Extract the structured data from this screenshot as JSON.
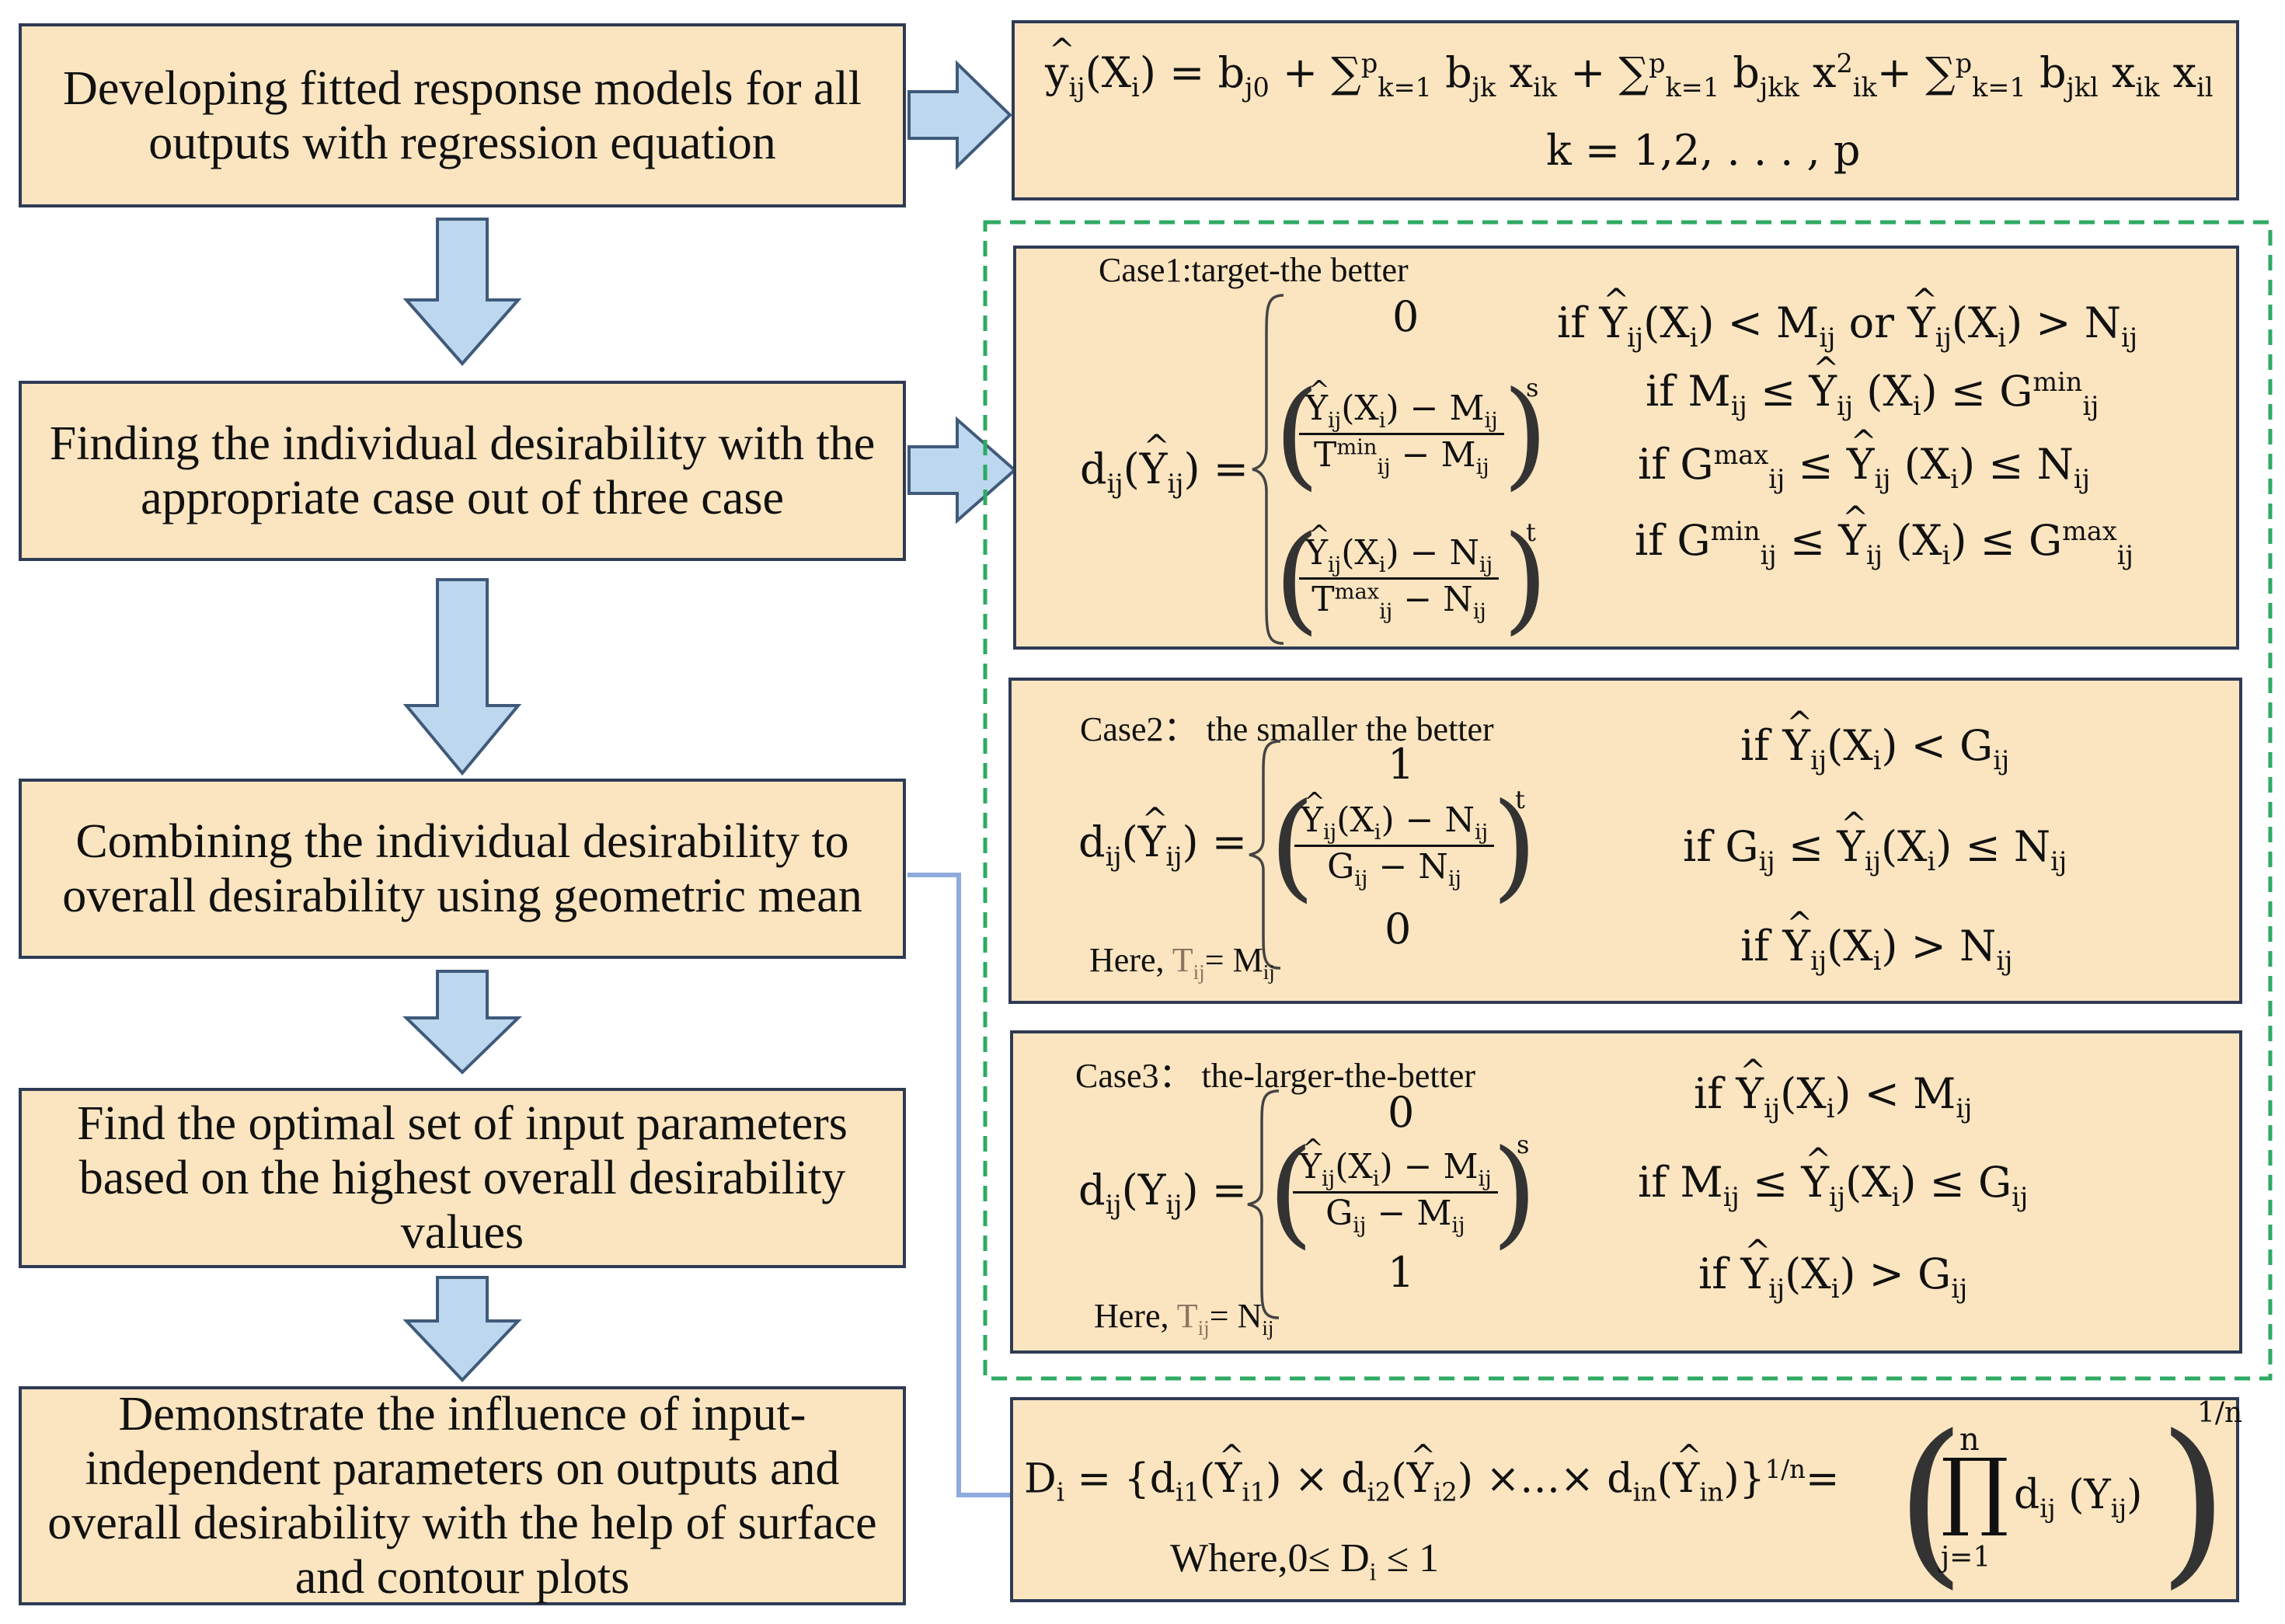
{
  "steps": [
    "Developing fitted response models for all outputs with regression equation",
    "Finding the individual desirability with the appropriate case out of three case",
    "Combining the individual desirability to overall desirability using geometric mean",
    "Find the optimal set of input parameters based on the highest overall desirability values",
    "Demonstrate the influence of input-independent parameters on outputs and overall desirability with the help of surface and contour plots"
  ],
  "regression": {
    "k_range": "k = 1,2, . . . , p"
  },
  "case1": {
    "title": "Case1:target-the better",
    "v0": "0"
  },
  "case2": {
    "title": "Case2： the smaller the better",
    "v1": "1",
    "v0": "0",
    "here_prefix": "Here, "
  },
  "case3": {
    "title": "Case3： the-larger-the-better",
    "v0": "0",
    "v1": "1",
    "here_prefix": "Here, "
  },
  "overall": {
    "where_label": "Where,0≤ D",
    "where_suffix": " ≤ 1"
  },
  "colors": {
    "box_fill": "#fbe5c0",
    "box_border": "#2f3b55",
    "arrow_fill": "#bdd7ee",
    "arrow_stroke": "#3f5a7a",
    "dashed_border": "#2eaa62",
    "connector": "#8faadc"
  }
}
